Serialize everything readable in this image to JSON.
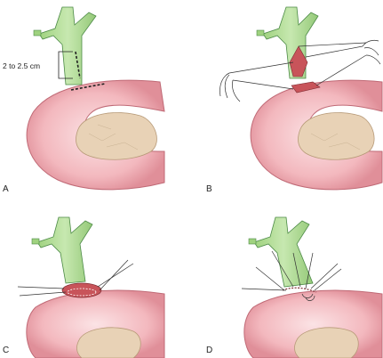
{
  "figure": {
    "panels": [
      {
        "id": "A",
        "label": "A"
      },
      {
        "id": "B",
        "label": "B"
      },
      {
        "id": "C",
        "label": "C"
      },
      {
        "id": "D",
        "label": "D"
      }
    ],
    "annotation": {
      "measurement": "2 to 2.5 cm"
    }
  },
  "colors": {
    "duct": "#b6dd9a",
    "duct_stroke": "#3f7a3a",
    "pancreas_outer": "#f4c1c5",
    "pancreas_inner": "#e99aa2",
    "pancreas_stroke": "#b45763",
    "cyst": "#e9d3b8",
    "incision": "#c8545a",
    "suture": "#333333"
  }
}
